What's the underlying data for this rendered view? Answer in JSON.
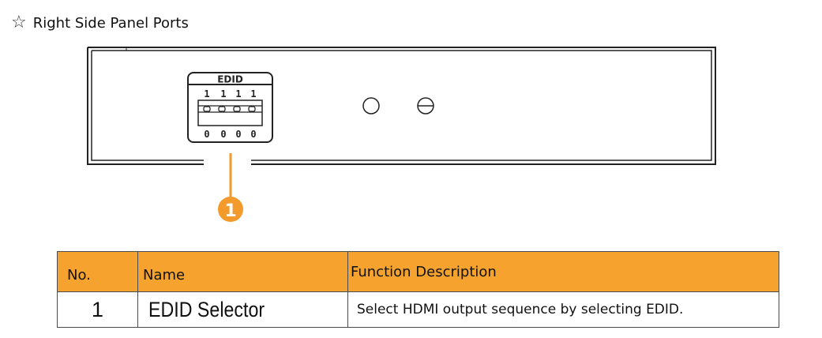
{
  "section": {
    "icon": "star-outline-icon",
    "title": "Right Side Panel Ports"
  },
  "device": {
    "edid_label": "EDID",
    "dip_top_labels": [
      "1",
      "1",
      "1",
      "1"
    ],
    "dip_bottom_labels": [
      "0",
      "0",
      "0",
      "0"
    ],
    "callout_number": "1",
    "callout_color": "#f39a2c"
  },
  "table": {
    "header_color": "#f5a32e",
    "headers": {
      "no": "No.",
      "name": "Name",
      "function": "Function Description"
    },
    "rows": [
      {
        "no": "1",
        "name": "EDID Selector",
        "function": "Select HDMI output sequence by selecting EDID."
      }
    ]
  }
}
